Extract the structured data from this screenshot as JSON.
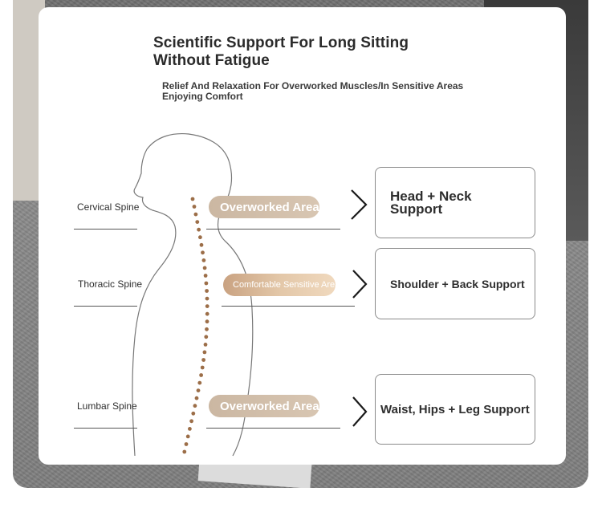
{
  "header": {
    "title_line1": "Scientific Support For Long Sitting",
    "title_line2": "Without Fatigue",
    "subtitle_line1": "Relief And Relaxation For Overworked Muscles/In Sensitive Areas",
    "subtitle_line2": "Enjoying Comfort"
  },
  "rows": [
    {
      "spine": "Cervical Spine",
      "area": "Overworked Area",
      "support_line1": "Head + Neck",
      "support_line2": "Support"
    },
    {
      "spine": "Thoracic Spine",
      "area": "Comfortable Sensitive Areas",
      "support_line1": "Shoulder + Back Support",
      "support_line2": ""
    },
    {
      "spine": "Lumbar Spine",
      "area": "Overworked Area",
      "support_line1": "Waist, Hips + Leg Support",
      "support_line2": ""
    }
  ],
  "colors": {
    "pill_beige": "#cbb7a2",
    "pill_gold": "#e3c7a8",
    "spine_dot": "#9c6e48",
    "outline": "#555555"
  },
  "icons": [
    "chevron-right-icon",
    "body-silhouette-icon",
    "spine-dots-icon"
  ]
}
